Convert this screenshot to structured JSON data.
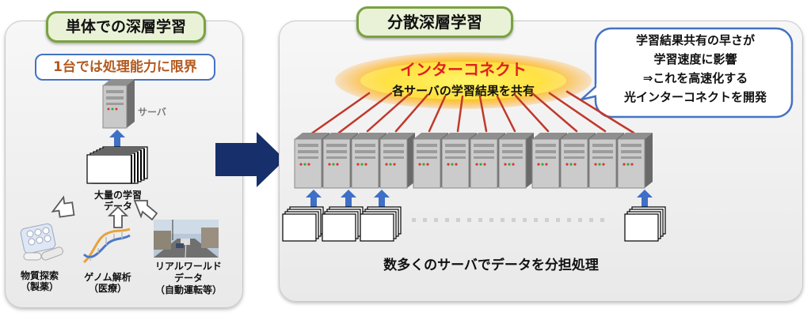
{
  "left": {
    "title": "単体での深層学習",
    "limit_callout": "1台では処理能力に限界",
    "server_label": "サーバ",
    "data_label_line1": "大量の学習",
    "data_label_line2": "データ",
    "sources": [
      {
        "line1": "物質探索",
        "line2": "（製薬）"
      },
      {
        "line1": "ゲノム解析",
        "line2": "（医療）"
      },
      {
        "line1": "リアルワールド",
        "line2": "データ",
        "line3": "（自動運転等）"
      }
    ]
  },
  "right": {
    "title": "分散深層学習",
    "interconnect_title": "インターコネクト",
    "interconnect_subtitle": "各サーバの学習結果を共有",
    "callout_lines": [
      "学習結果共有の早さが",
      "学習速度に影響",
      "⇒これを高速化する",
      "光インターコネクトを開発"
    ],
    "bottom_caption": "数多くのサーバでデータを分担処理"
  },
  "colors": {
    "title_border": "#7aa241",
    "title_fill": "#e9f2d6",
    "callout_border": "#4472c4",
    "limit_text": "#b35a1f",
    "interconnect_text": "#e02020",
    "big_arrow": "#17306b",
    "small_arrow": "#3f6fc6"
  }
}
